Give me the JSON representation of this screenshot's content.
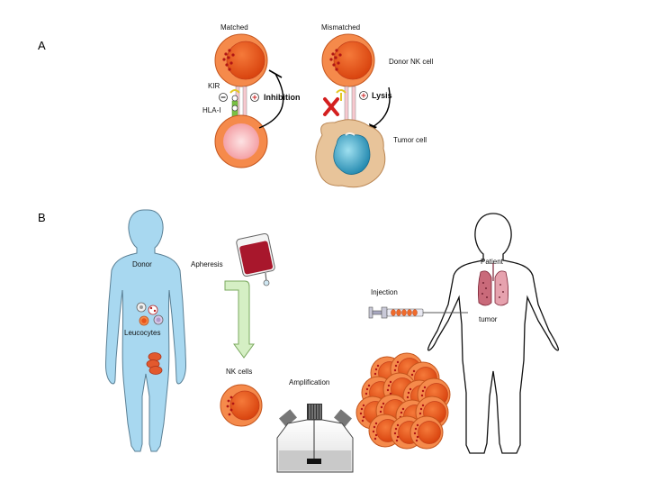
{
  "panels": {
    "a": "A",
    "b": "B"
  },
  "panel_a": {
    "matched": "Matched",
    "mismatched": "Mismatched",
    "donor_nk_cell": "Donor NK cell",
    "kir": "KIR",
    "hla_i": "HLA-I",
    "inhibition": "Inhibition",
    "lysis": "Lysis",
    "tumor_cell": "Tumor cell"
  },
  "panel_b": {
    "donor": "Donor",
    "leucocytes": "Leucocytes",
    "apheresis": "Apheresis",
    "nk_cells": "NK cells",
    "amplification": "Amplification",
    "injection": "Injection",
    "patient": "Patient",
    "tumor": "tumor"
  },
  "colors": {
    "nk_outer": "#f58a4b",
    "nk_nucleus": "#e8551c",
    "granule": "#b01515",
    "target_inner": "#f7b6ba",
    "kir_green": "#7ac143",
    "body_blue": "#a8d8f0",
    "arrow_green": "#d5efc4",
    "cross_red": "#d41f1f",
    "tumor_fill": "#e8c49a",
    "tumor_nucleus": "#3aa7c9"
  }
}
